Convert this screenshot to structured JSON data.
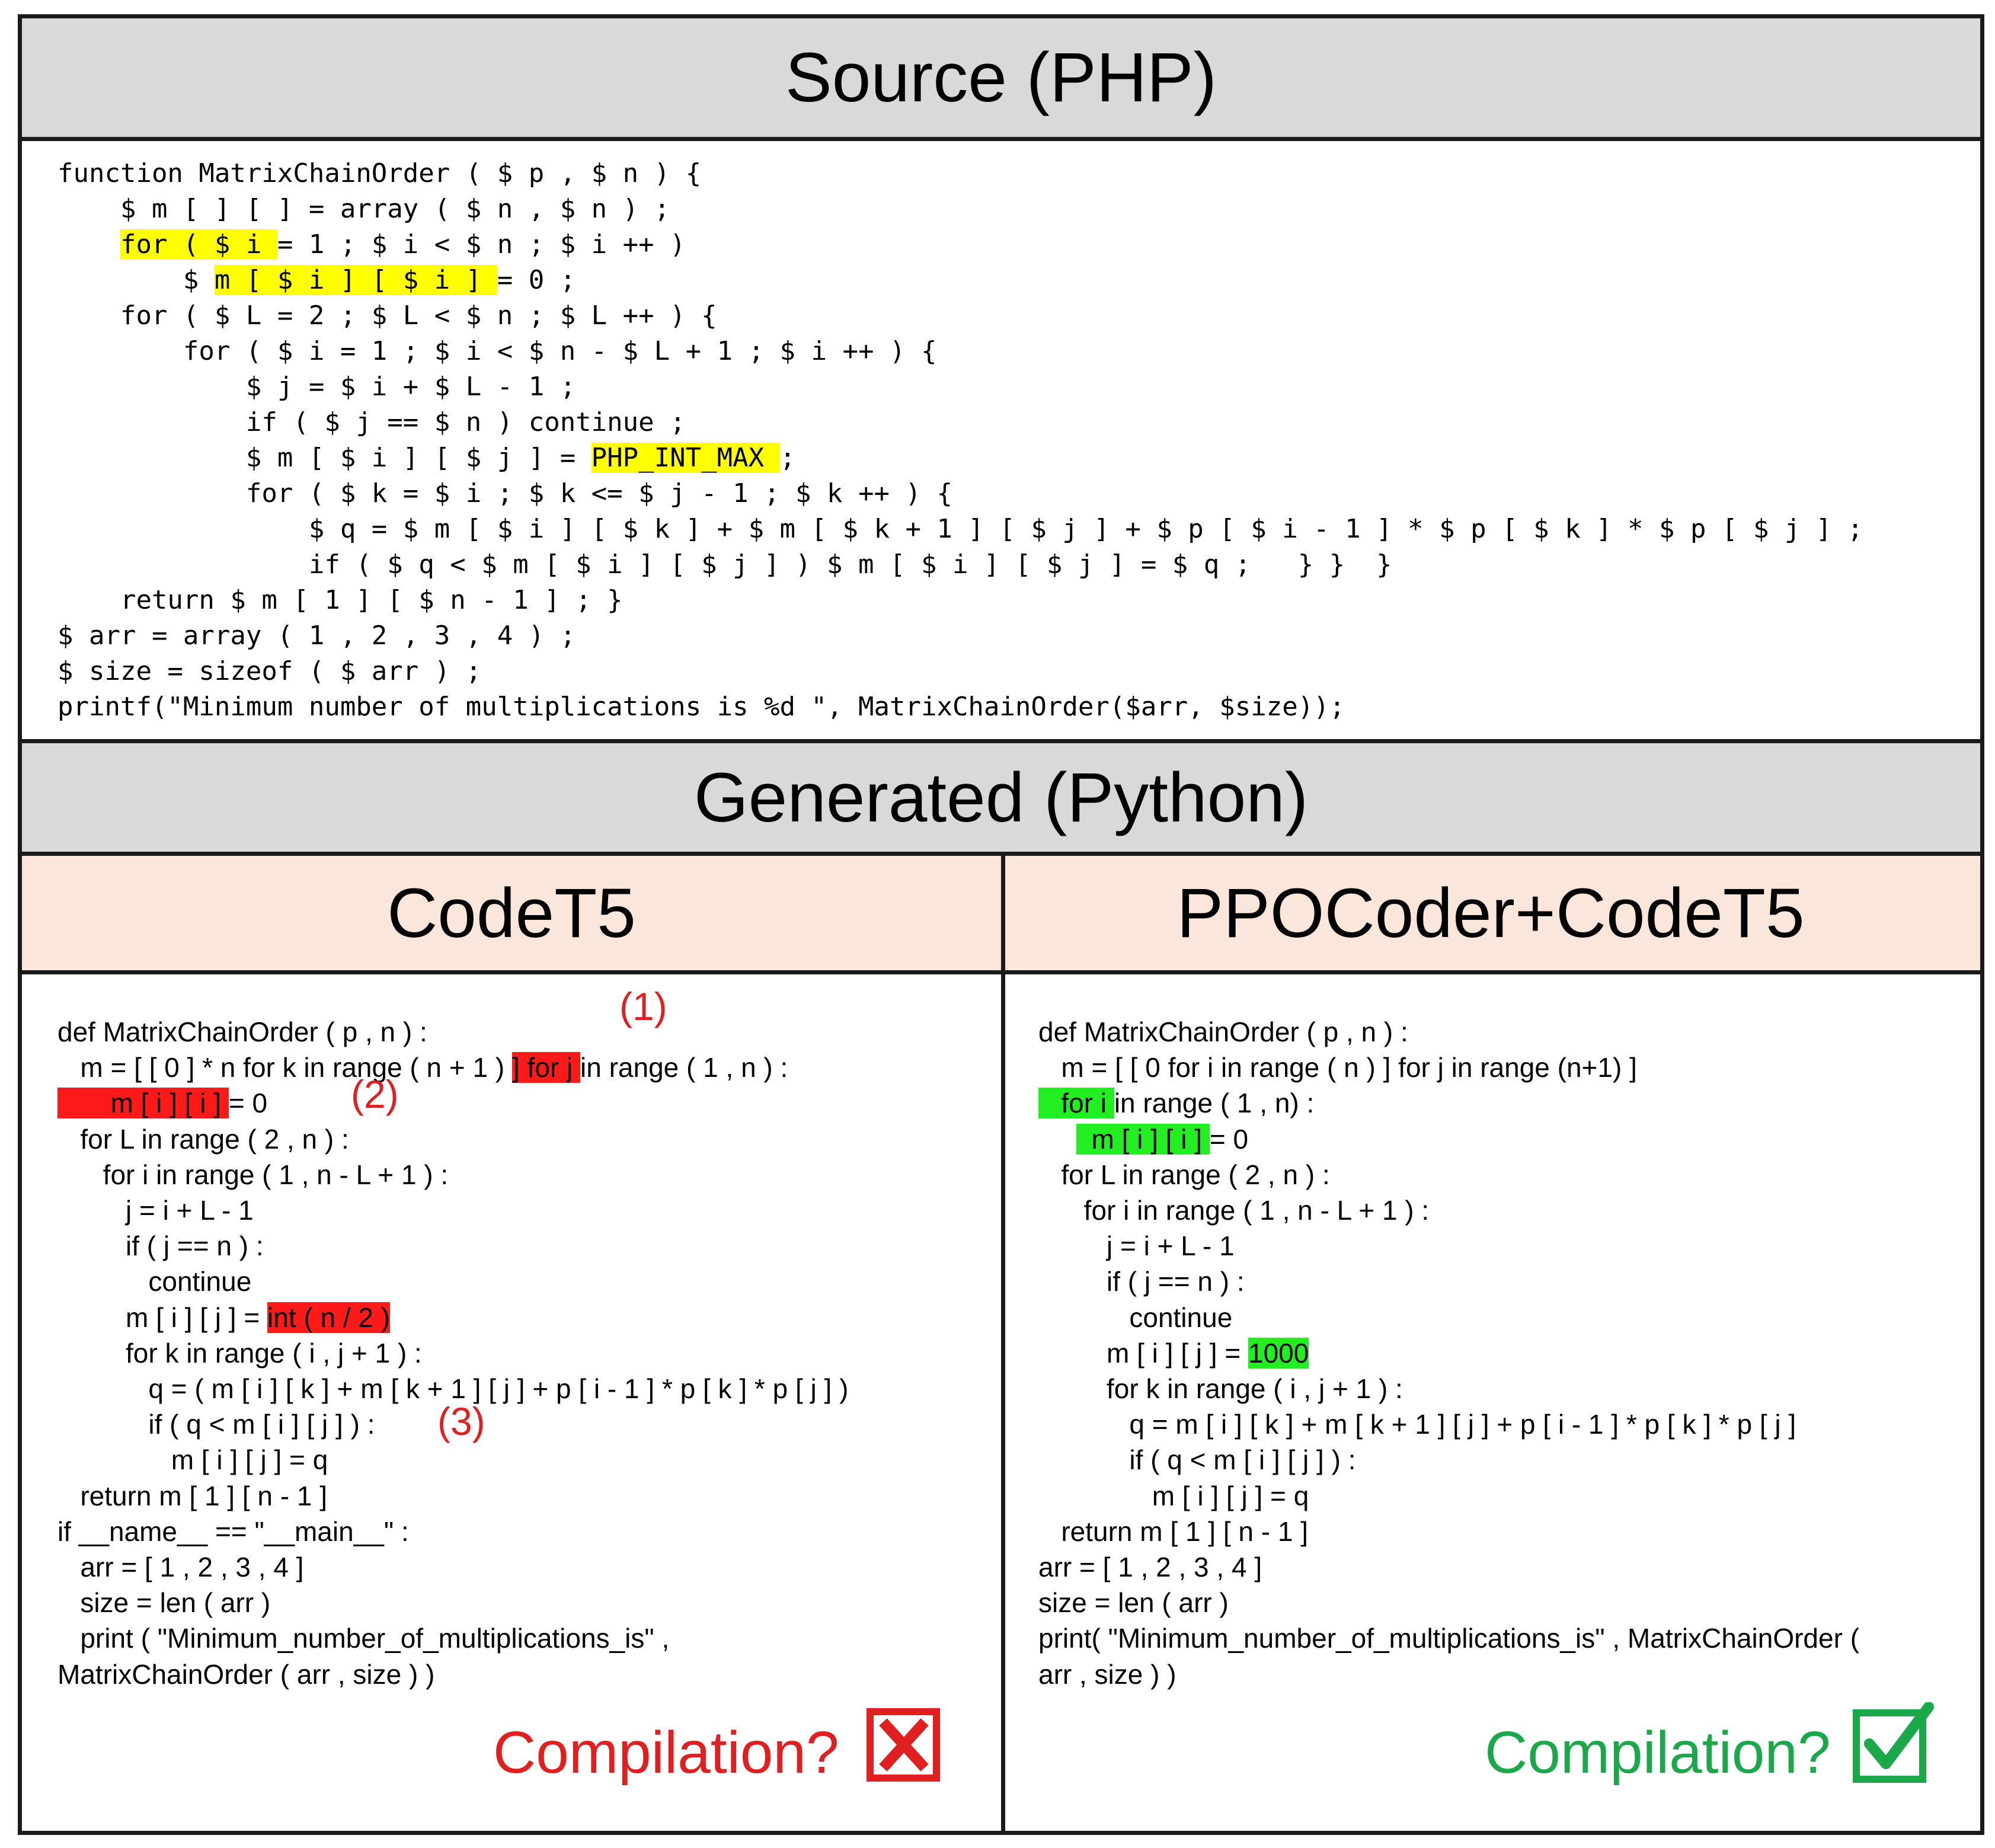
{
  "headers": {
    "source": "Source (PHP)",
    "generated": "Generated (Python)",
    "left_model": "CodeT5",
    "right_model": "PPOCoder+CodeT5"
  },
  "php": {
    "l01": "function MatrixChainOrder ( $ p , $ n ) {",
    "l02": "    $ m [ ] [ ] = array ( $ n , $ n ) ;",
    "l03_hl": "for ( $ i ",
    "l03_rest": "= 1 ; $ i < $ n ; $ i ++ )",
    "l04_pre": "        $ ",
    "l04_hl": "m [ $ i ] [ $ i ] ",
    "l04_rest": "= 0 ;",
    "l05": "    for ( $ L = 2 ; $ L < $ n ; $ L ++ ) {",
    "l06": "        for ( $ i = 1 ; $ i < $ n - $ L + 1 ; $ i ++ ) {",
    "l07": "            $ j = $ i + $ L - 1 ;",
    "l08": "            if ( $ j == $ n ) continue ;",
    "l09_pre": "            $ m [ $ i ] [ $ j ] = ",
    "l09_hl": "PHP_INT_MAX ",
    "l09_rest": ";",
    "l10": "            for ( $ k = $ i ; $ k <= $ j - 1 ; $ k ++ ) {",
    "l11": "                $ q = $ m [ $ i ] [ $ k ] + $ m [ $ k + 1 ] [ $ j ] + $ p [ $ i - 1 ] * $ p [ $ k ] * $ p [ $ j ] ;",
    "l12": "                if ( $ q < $ m [ $ i ] [ $ j ] ) $ m [ $ i ] [ $ j ] = $ q ;   } }  }",
    "l13": "    return $ m [ 1 ] [ $ n - 1 ] ; }",
    "l14": "$ arr = array ( 1 , 2 , 3 , 4 ) ;",
    "l15": "$ size = sizeof ( $ arr ) ;",
    "l16": "printf(\"Minimum number of multiplications is %d \", MatrixChainOrder($arr, $size));"
  },
  "codet5": {
    "l01": "def MatrixChainOrder ( p , n ) :",
    "l02_pre": "   m = [ [ 0 ] * n for k in range ( n + 1 ) ",
    "l02_hl": "] for j ",
    "l02_rest": "in range ( 1 , n ) :",
    "l03_hl": "       m [ i ] [ i ] ",
    "l03_rest": "= 0",
    "l04": "   for L in range ( 2 , n ) :",
    "l05": "      for i in range ( 1 , n - L + 1 ) :",
    "l06": "         j = i + L - 1",
    "l07": "         if ( j == n ) :",
    "l08": "            continue",
    "l09_pre": "         m [ i ] [ j ] = ",
    "l09_hl": "int ( n / 2 )",
    "l10": "         for k in range ( i , j + 1 ) :",
    "l11": "            q = ( m [ i ] [ k ] + m [ k + 1 ] [ j ] + p [ i - 1 ] * p [ k ] * p [ j ] )",
    "l12": "            if ( q < m [ i ] [ j ] ) :",
    "l13": "               m [ i ] [ j ] = q",
    "l14": "   return m [ 1 ] [ n - 1 ]",
    "l15": "if __name__ == \"__main__\" :",
    "l16": "   arr = [ 1 , 2 , 3 , 4 ]",
    "l17": "   size = len ( arr )",
    "l18": "   print ( \"Minimum_number_of_multiplications_is\" ,",
    "l19": "MatrixChainOrder ( arr , size ) )"
  },
  "ppocoder": {
    "l01": "def MatrixChainOrder ( p , n ) :",
    "l02": "   m = [ [ 0 for i in range ( n ) ] for j in range (n+1) ]",
    "l03_hl": "   for i ",
    "l03_rest": "in range ( 1 , n) :",
    "l04_pre": "     ",
    "l04_hl": "  m [ i ] [ i ] ",
    "l04_rest": "= 0",
    "l05": "   for L in range ( 2 , n ) :",
    "l06": "      for i in range ( 1 , n - L + 1 ) :",
    "l07": "         j = i + L - 1",
    "l08": "         if ( j == n ) :",
    "l09": "            continue",
    "l10_pre": "         m [ i ] [ j ] = ",
    "l10_hl": "1000",
    "l11": "         for k in range ( i , j + 1 ) :",
    "l12": "            q = m [ i ] [ k ] + m [ k + 1 ] [ j ] + p [ i - 1 ] * p [ k ] * p [ j ]",
    "l13": "            if ( q < m [ i ] [ j ] ) :",
    "l14": "               m [ i ] [ j ] = q",
    "l15": "   return m [ 1 ] [ n - 1 ]",
    "l16": "arr = [ 1 , 2 , 3 , 4 ]",
    "l17": "size = len ( arr )",
    "l18": "print( \"Minimum_number_of_multiplications_is\" , MatrixChainOrder (",
    "l19": "arr , size ) )"
  },
  "markers": {
    "m1": "(1)",
    "m2": "(2)",
    "m3": "(3)"
  },
  "verdicts": {
    "left": "Compilation?",
    "right": "Compilation?"
  },
  "icons": {
    "left": "x-box-icon",
    "right": "checkmark-box-icon"
  },
  "colors": {
    "highlight_yellow": "#ffff00",
    "highlight_red": "#ff1a1a",
    "highlight_green": "#22ee22",
    "fail_red": "#e02020",
    "pass_green": "#1aa84a",
    "header_gray": "#d9d9d9",
    "subheader_peach": "#fae6da"
  }
}
